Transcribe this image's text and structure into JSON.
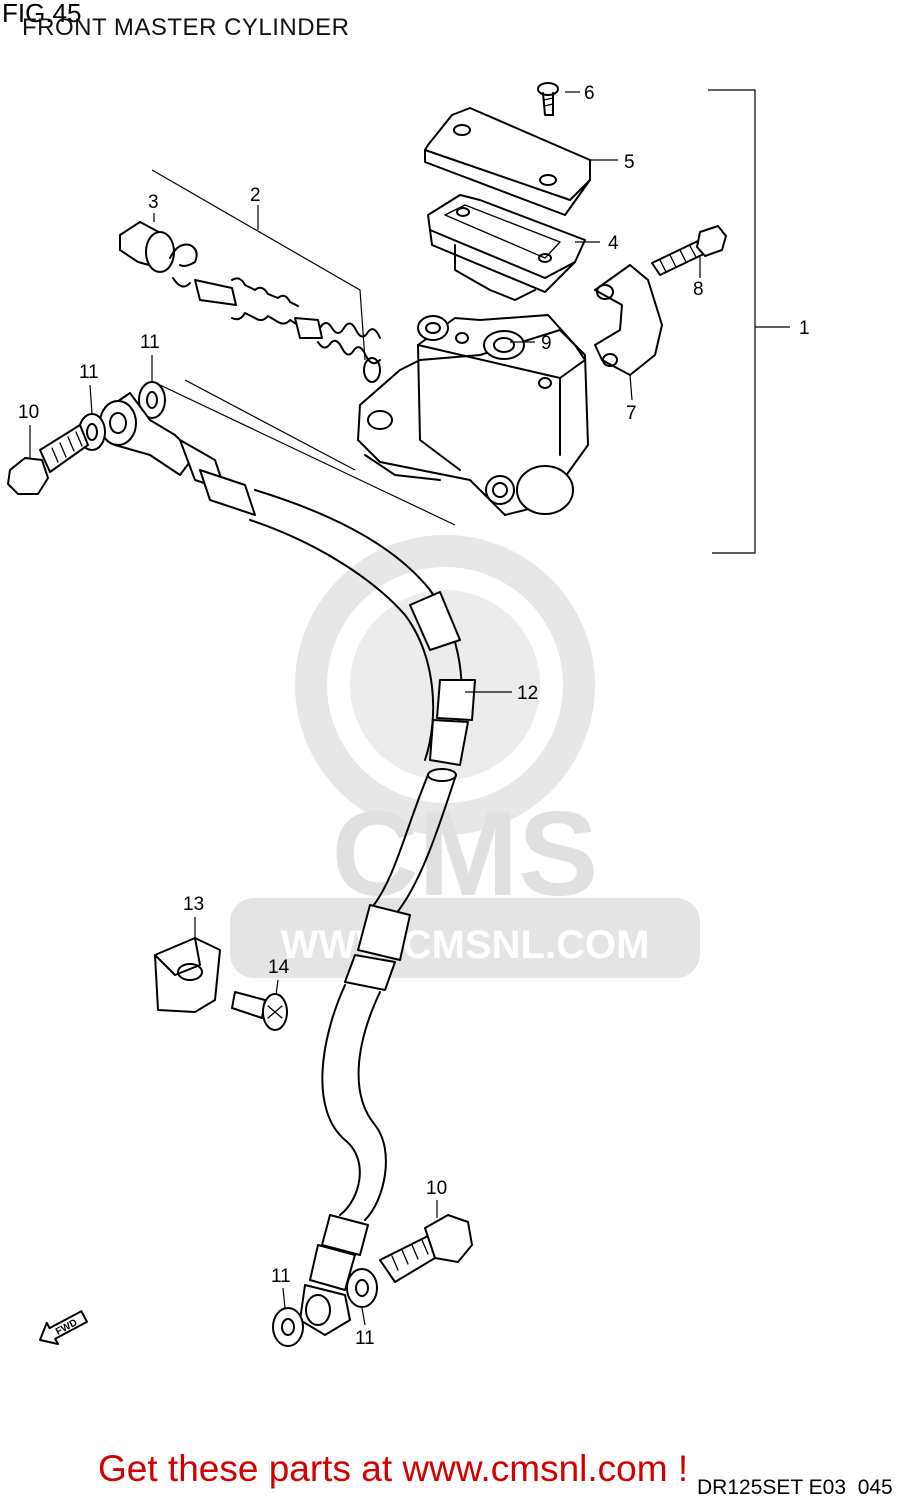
{
  "header": {
    "fig_label": "FIG.45",
    "title": "FRONT MASTER CYLINDER"
  },
  "callouts": [
    {
      "id": "c1",
      "text": "1"
    },
    {
      "id": "c2",
      "text": "2"
    },
    {
      "id": "c3",
      "text": "3"
    },
    {
      "id": "c4",
      "text": "4"
    },
    {
      "id": "c5",
      "text": "5"
    },
    {
      "id": "c6",
      "text": "6"
    },
    {
      "id": "c7",
      "text": "7"
    },
    {
      "id": "c8",
      "text": "8"
    },
    {
      "id": "c9",
      "text": "9"
    },
    {
      "id": "c10a",
      "text": "10"
    },
    {
      "id": "c10b",
      "text": "10"
    },
    {
      "id": "c11a",
      "text": "11"
    },
    {
      "id": "c11b",
      "text": "11"
    },
    {
      "id": "c11c",
      "text": "11"
    },
    {
      "id": "c11d",
      "text": "11"
    },
    {
      "id": "c12",
      "text": "12"
    },
    {
      "id": "c13",
      "text": "13"
    },
    {
      "id": "c14",
      "text": "14"
    }
  ],
  "arrow_label": "FWD",
  "watermark": {
    "brand": "CMS",
    "url": "WWW.CMSNL.COM"
  },
  "footer": {
    "cta": "Get these parts at www.cmsnl.com !",
    "code": "DR125SET E03  045"
  },
  "colors": {
    "cta": "#d40000",
    "watermark": "#e0e0e0",
    "line": "#000000"
  }
}
